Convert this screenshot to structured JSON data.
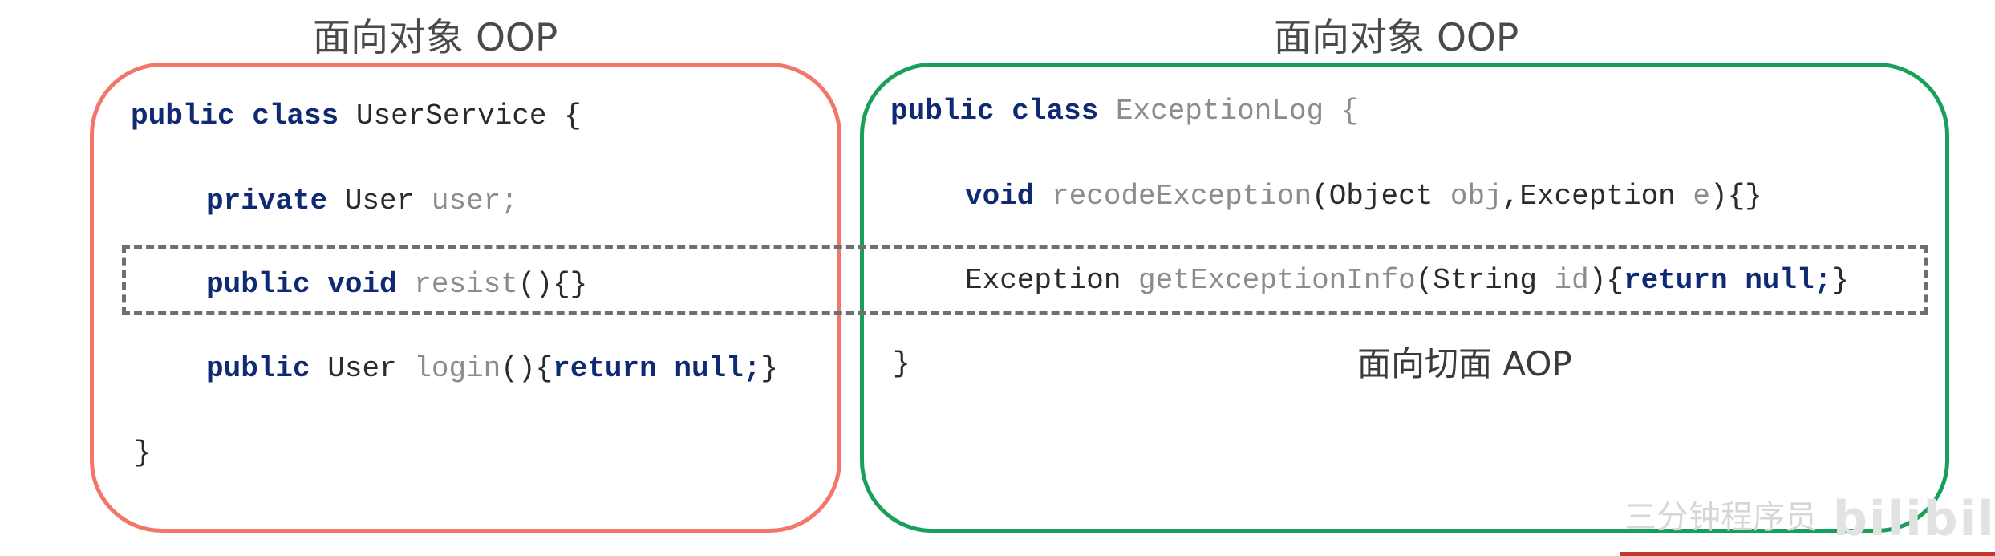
{
  "headings": {
    "left": "面向对象 OOP",
    "right": "面向对象 OOP"
  },
  "aop_label": "面向切面 AOP",
  "colors": {
    "left_box": "#f2776a",
    "right_box": "#18a05a",
    "keyword": "#0f2a73",
    "identifier": "#2b2b2b",
    "dim": "#8c8c8c",
    "dashed": "#6f6f6f",
    "accent_bar": "#c0392b"
  },
  "left_code": {
    "line1": [
      {
        "t": "public class ",
        "k": "kw"
      },
      {
        "t": "UserService {",
        "k": "id"
      }
    ],
    "line2": [
      {
        "t": "private ",
        "k": "kw"
      },
      {
        "t": "User ",
        "k": "id"
      },
      {
        "t": "user;",
        "k": "dim"
      }
    ],
    "line3": [
      {
        "t": "public void ",
        "k": "kw"
      },
      {
        "t": "resist",
        "k": "dim"
      },
      {
        "t": "(){}",
        "k": "id"
      }
    ],
    "line4": [
      {
        "t": "public ",
        "k": "kw"
      },
      {
        "t": "User ",
        "k": "id"
      },
      {
        "t": "login",
        "k": "dim"
      },
      {
        "t": "(){",
        "k": "id"
      },
      {
        "t": "return null;",
        "k": "kw"
      },
      {
        "t": "}",
        "k": "id"
      }
    ],
    "line5": [
      {
        "t": "}",
        "k": "id"
      }
    ]
  },
  "right_code": {
    "line1": [
      {
        "t": "public class ",
        "k": "kw"
      },
      {
        "t": "ExceptionLog {",
        "k": "dim"
      }
    ],
    "line2": [
      {
        "t": "void ",
        "k": "kw"
      },
      {
        "t": "recodeException",
        "k": "dim"
      },
      {
        "t": "(Object ",
        "k": "id"
      },
      {
        "t": "obj",
        "k": "dim"
      },
      {
        "t": ",Exception ",
        "k": "id"
      },
      {
        "t": "e",
        "k": "dim"
      },
      {
        "t": "){}",
        "k": "id"
      }
    ],
    "line3": [
      {
        "t": "Exception ",
        "k": "id"
      },
      {
        "t": "getExceptionInfo",
        "k": "dim"
      },
      {
        "t": "(String ",
        "k": "id"
      },
      {
        "t": "id",
        "k": "dim"
      },
      {
        "t": "){",
        "k": "id"
      },
      {
        "t": "return null;",
        "k": "kw"
      },
      {
        "t": "}",
        "k": "id"
      }
    ],
    "line4": [
      {
        "t": "}",
        "k": "id"
      }
    ]
  },
  "watermark": "三分钟程序员",
  "watermark_logo": "bilibili"
}
